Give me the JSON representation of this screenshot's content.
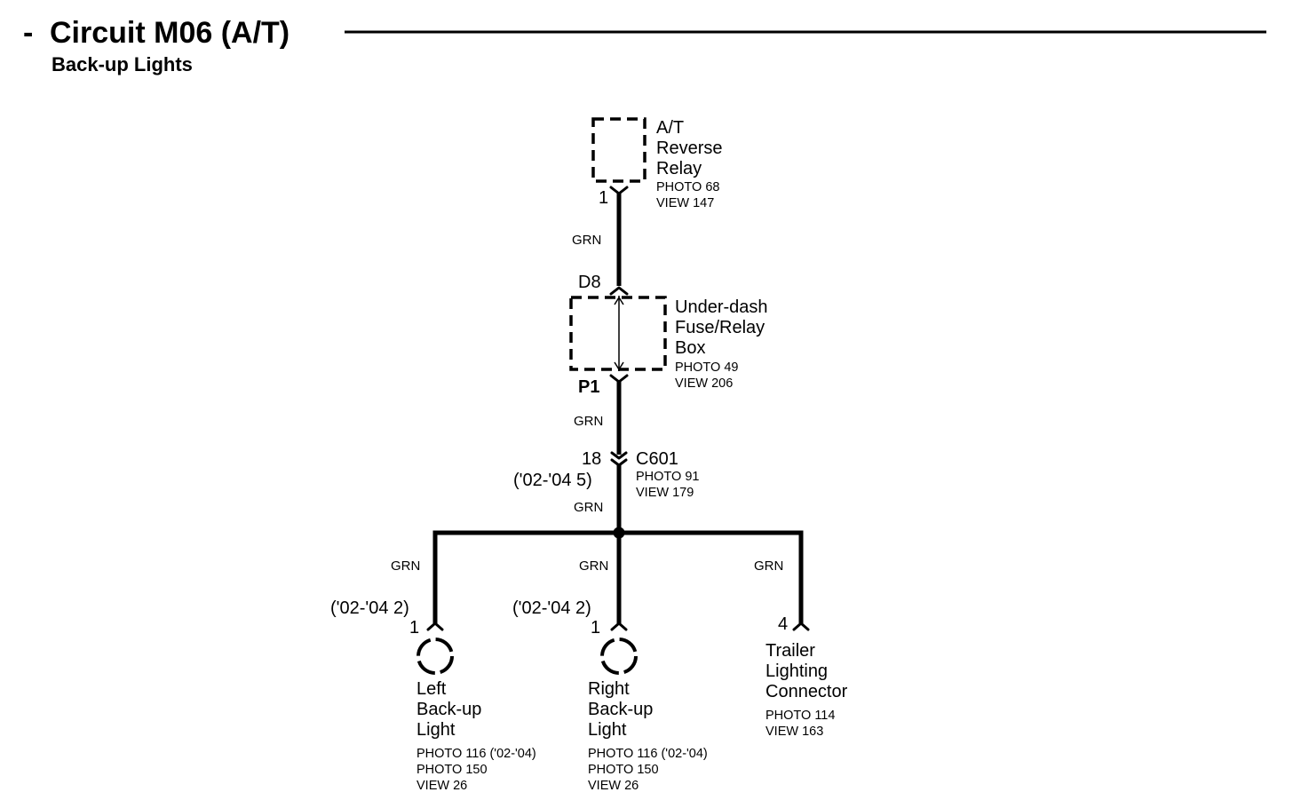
{
  "header": {
    "dash": "-",
    "title": "Circuit M06 (A/T)",
    "subtitle": "Back-up Lights"
  },
  "components": {
    "reverse_relay": {
      "name_lines": [
        "A/T",
        "Reverse",
        "Relay"
      ],
      "photo": "PHOTO 68",
      "view": "VIEW 147",
      "pin": "1"
    },
    "fuse_box": {
      "name_lines": [
        "Under-dash",
        "Fuse/Relay",
        "Box"
      ],
      "photo": "PHOTO 49",
      "view": "VIEW 206",
      "pin_top": "D8",
      "pin_bottom": "P1"
    },
    "connector_c601": {
      "name": "C601",
      "photo": "PHOTO 91",
      "view": "VIEW 179",
      "pin": "18",
      "pin_alt": "('02-'04 5)"
    },
    "left_backup_light": {
      "name_lines": [
        "Left",
        "Back-up",
        "Light"
      ],
      "refs": [
        "PHOTO 116 ('02-'04)",
        "PHOTO 150",
        "VIEW 26"
      ],
      "pin": "1",
      "pin_alt": "('02-'04 2)"
    },
    "right_backup_light": {
      "name_lines": [
        "Right",
        "Back-up",
        "Light"
      ],
      "refs": [
        "PHOTO 116 ('02-'04)",
        "PHOTO 150",
        "VIEW 26"
      ],
      "pin": "1",
      "pin_alt": "('02-'04 2)"
    },
    "trailer_connector": {
      "name_lines": [
        "Trailer",
        "Lighting",
        "Connector"
      ],
      "refs": [
        "PHOTO 114",
        "VIEW 163"
      ],
      "pin": "4"
    }
  },
  "wires": {
    "relay_to_fusebox": "GRN",
    "fusebox_to_c601": "GRN",
    "c601_to_splice": "GRN",
    "splice_to_left": "GRN",
    "splice_to_right": "GRN",
    "splice_to_trailer": "GRN"
  },
  "colors": {
    "line": "#000000",
    "background": "#ffffff"
  }
}
